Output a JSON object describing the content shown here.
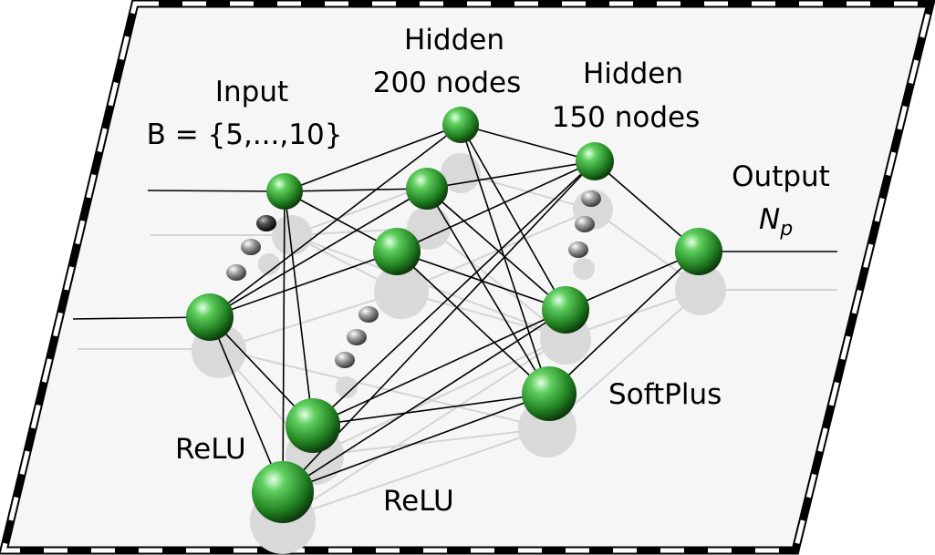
{
  "labels": {
    "input_title": "Input",
    "input_set": "B = {5,...,10}",
    "hidden1_title": "Hidden",
    "hidden1_nodes": "200 nodes",
    "hidden2_title": "Hidden",
    "hidden2_nodes": "150 nodes",
    "output_title": "Output",
    "output_symbol": "N",
    "output_subscript": "p",
    "activation_hidden1": "ReLU",
    "activation_hidden2": "ReLU",
    "activation_output": "SoftPlus"
  },
  "colors": {
    "node_green": "#2f9e2f",
    "node_highlight": "#c8f5c8",
    "dots_gray": "#8a8a8a",
    "panel_fill": "#f6f6f6",
    "border_dark": "#000000"
  }
}
